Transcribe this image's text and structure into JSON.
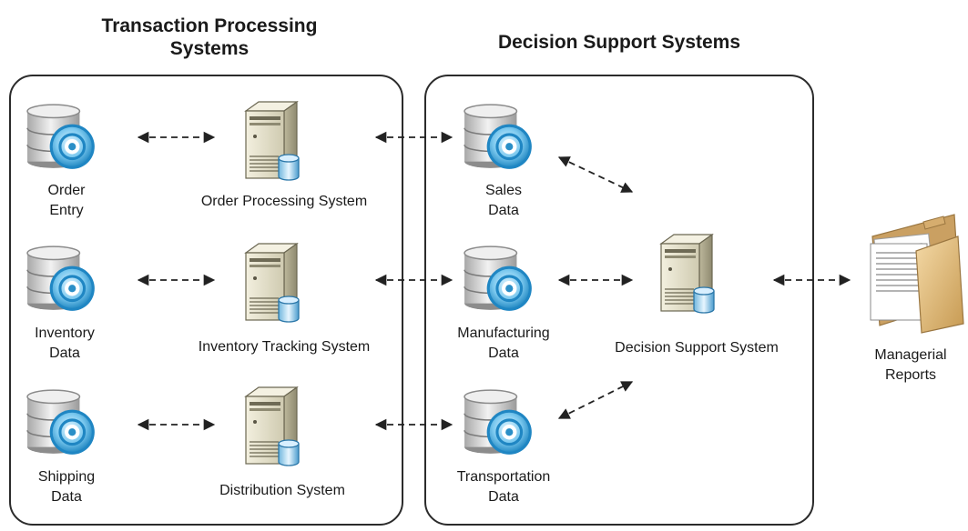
{
  "headings": {
    "tps": [
      "Transaction Processing",
      "Systems"
    ],
    "dss": "Decision Support Systems"
  },
  "tps_nodes": {
    "order_entry": [
      "Order",
      "Entry"
    ],
    "inventory_data": [
      "Inventory",
      "Data"
    ],
    "shipping_data": [
      "Shipping",
      "Data"
    ],
    "order_processing": "Order Processing System",
    "inventory_tracking": "Inventory Tracking System",
    "distribution": "Distribution System"
  },
  "dss_nodes": {
    "sales_data": [
      "Sales",
      "Data"
    ],
    "manufacturing_data": [
      "Manufacturing",
      "Data"
    ],
    "transportation_data": [
      "Transportation",
      "Data"
    ],
    "decision_support": "Decision Support System"
  },
  "output": {
    "managerial_reports": [
      "Managerial",
      "Reports"
    ]
  },
  "icons": {
    "database": "database-disc-icon",
    "server": "server-tower-icon",
    "reports": "folder-reports-icon"
  },
  "colors": {
    "panel_border": "#2b2b2b",
    "db_body": "#d4d4d4",
    "disc": "#36a9e0",
    "server": "#ddd9c4",
    "folder": "#d8b070"
  }
}
